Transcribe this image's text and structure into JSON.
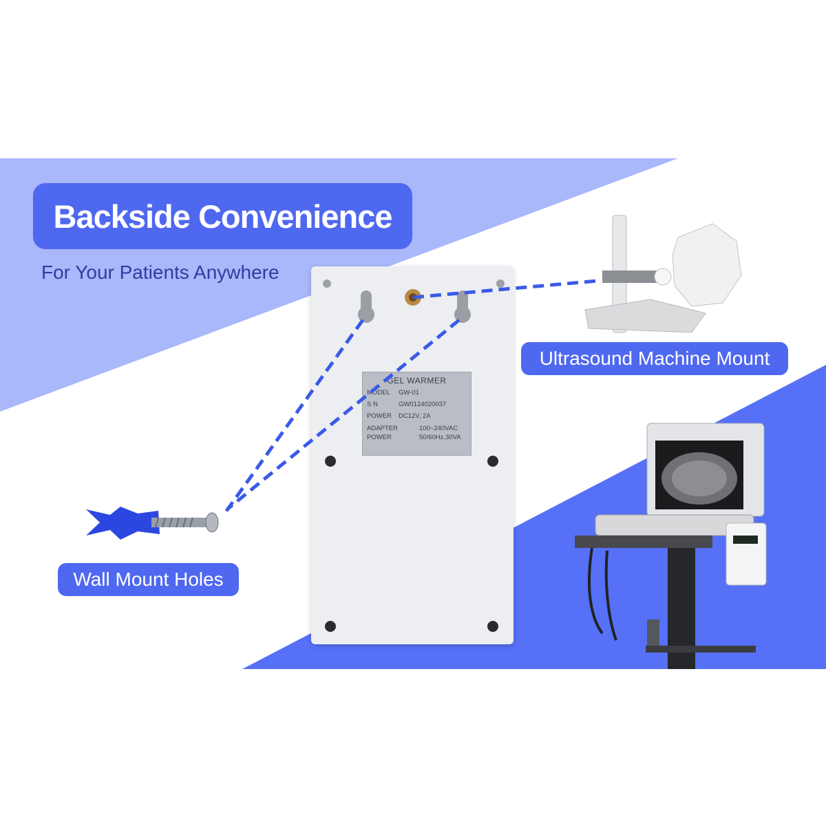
{
  "banner": {
    "title": "Backside Convenience",
    "subtitle": "For Your Patients Anywhere"
  },
  "callouts": {
    "ultrasound_mount": "Ultrasound Machine Mount",
    "wall_mount": "Wall Mount Holes"
  },
  "device_label": {
    "title": "GEL WARMER",
    "rows": [
      {
        "key": "MODEL",
        "value": "GW-01"
      },
      {
        "key": "S    N",
        "value": "GW0124020037"
      },
      {
        "key": "POWER",
        "value": "DC12V, 2A"
      },
      {
        "key": "ADAPTER POWER",
        "value": "100~240VAC 50/60Hz,30VA"
      }
    ]
  },
  "colors": {
    "accent": "#4f68f0",
    "light_band": "#a9b7fb",
    "dark_band": "#5670f7",
    "dashed_line": "#3a5ae8"
  }
}
